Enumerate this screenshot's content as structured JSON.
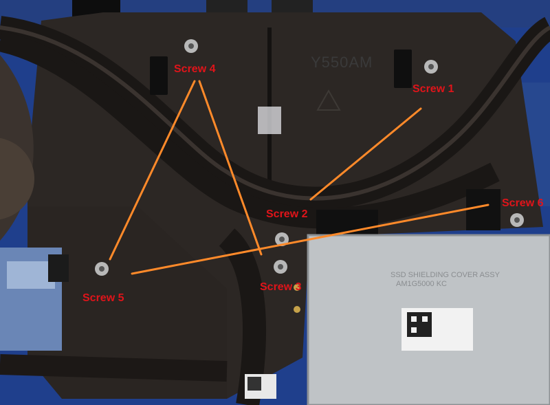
{
  "image_description_free": true,
  "screw_labels": {
    "s1": "Screw 1",
    "s2": "Screw 2",
    "s3": "Screw 3",
    "s4": "Screw 4",
    "s5": "Screw 5",
    "s6": "Screw 6"
  },
  "printed_text": {
    "heatsink_model": "Y550AM",
    "shield_text": "SSD SHIELDING COVER ASSY",
    "shield_part": "AM1G5000 KC"
  },
  "colors": {
    "label_red": "#e0141a",
    "line_orange": "#ff8a2a",
    "heatsink": "#2c2724",
    "board_blue": "#1f3f8c",
    "shield_silver": "#bfc3c6"
  }
}
